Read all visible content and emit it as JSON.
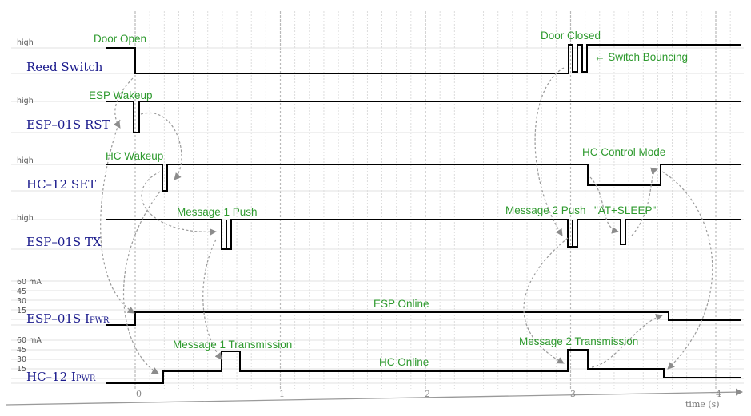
{
  "signals": [
    {
      "name": "Reed Switch",
      "level": "high"
    },
    {
      "name": "ESP–01S RST",
      "level": "high"
    },
    {
      "name": "HC–12 SET",
      "level": "high"
    },
    {
      "name": "ESP–01S TX",
      "level": "high"
    },
    {
      "name": "ESP–01S I",
      "sub": "PWR",
      "levels": [
        "60 mA",
        "45",
        "30",
        "15"
      ]
    },
    {
      "name": "HC–12 I",
      "sub": "PWR",
      "levels": [
        "60 mA",
        "45",
        "30",
        "15"
      ]
    }
  ],
  "annotations": {
    "door_open": "Door Open",
    "door_closed": "Door Closed",
    "switch_bouncing": "← Switch Bouncing",
    "esp_wakeup": "ESP Wakeup",
    "hc_wakeup": "HC Wakeup",
    "hc_control_mode": "HC Control Mode",
    "message1_push": "Message 1 Push",
    "message2_push": "Message 2 Push",
    "at_sleep": "\"AT+SLEEP\"",
    "esp_online": "ESP Online",
    "message1_transmission": "Message 1 Transmission",
    "message2_transmission": "Message 2 Transmission",
    "hc_online": "HC Online"
  },
  "axis": {
    "ticks": [
      "0",
      "1",
      "2",
      "3",
      "4"
    ],
    "label": "time (s)"
  },
  "colors": {
    "signal": "#000000",
    "annotation": "#2e9a2e",
    "signal_name": "#1a1a8c",
    "arrow": "#9a9a9a",
    "grid": "#cfcfcf"
  }
}
